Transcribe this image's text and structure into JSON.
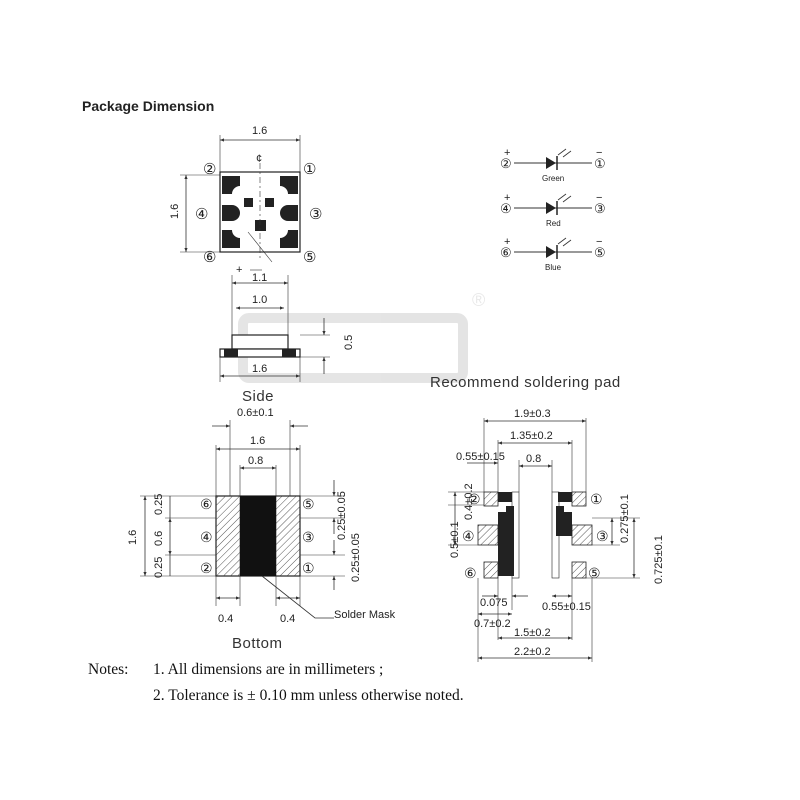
{
  "title": "Package Dimension",
  "watermark": {
    "mark": "®"
  },
  "top_view": {
    "width_label": "1.6",
    "height_label": "1.6",
    "center_mark": "¢",
    "pins": [
      "②",
      "①",
      "④",
      "③",
      "⑥",
      "⑤"
    ],
    "pin_mark": "+"
  },
  "side_view": {
    "label": "Side",
    "dims": [
      "1.1",
      "1.0",
      "0.5",
      "1.6"
    ]
  },
  "led_schematic": [
    {
      "plus": "+",
      "minus": "−",
      "anode_pin": "②",
      "cathode_pin": "①",
      "color": "Green"
    },
    {
      "plus": "+",
      "minus": "−",
      "anode_pin": "④",
      "cathode_pin": "③",
      "color": "Red"
    },
    {
      "plus": "+",
      "minus": "−",
      "anode_pin": "⑥",
      "cathode_pin": "⑤",
      "color": "Blue"
    }
  ],
  "bottom_view": {
    "label": "Bottom",
    "dims_top": [
      "0.6±0.1",
      "1.6",
      "0.8"
    ],
    "dims_left": [
      "1.6",
      "0.25",
      "0.6",
      "0.25"
    ],
    "dims_right": [
      "0.25±0.05",
      "0.25±0.05"
    ],
    "dims_bottom": [
      "0.4",
      "0.4"
    ],
    "pins": [
      "⑥",
      "⑤",
      "④",
      "③",
      "②",
      "①"
    ],
    "solder_mask": "Solder Mask"
  },
  "soldering_pad": {
    "label": "Recommend soldering pad",
    "dims_top": [
      "1.9±0.3",
      "1.35±0.2",
      "0.55±0.15",
      "0.8"
    ],
    "dims_left": [
      "0.5±0.1",
      "0.4±0.2"
    ],
    "dims_right": [
      "0.275±0.1",
      "0.725±0.1"
    ],
    "dims_bottom": [
      "0.075",
      "0.55±0.15",
      "0.7±0.2",
      "1.5±0.2",
      "2.2±0.2"
    ],
    "pins": [
      "②",
      "①",
      "④",
      "③",
      "⑥",
      "⑤"
    ]
  },
  "notes": {
    "heading": "Notes:",
    "items": [
      "1. All dimensions are in millimeters ;",
      "2. Tolerance is ± 0.10 mm unless otherwise noted."
    ]
  }
}
